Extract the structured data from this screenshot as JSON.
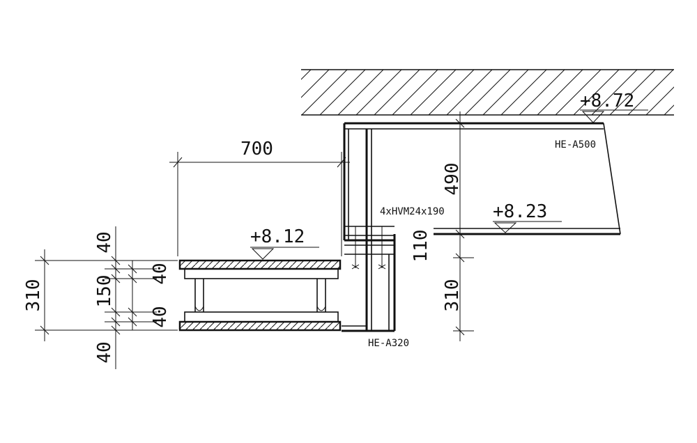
{
  "elevations": {
    "top": "+8.72",
    "girder_bottom": "+8.23",
    "slab_top": "+8.12"
  },
  "profiles": {
    "girder": "HE-A500",
    "column": "HE-A320"
  },
  "bolts": "4xHVM24x190",
  "dimensions": {
    "span": "700",
    "girder_height": "490",
    "gap": "110",
    "right_depth": "310",
    "left_total": "310",
    "top_plate": "40",
    "core": "150",
    "bottom_plate": "40",
    "layer_upper": "40",
    "layer_lower": "40"
  },
  "colors": {
    "line": "#111111",
    "background": "#ffffff"
  }
}
